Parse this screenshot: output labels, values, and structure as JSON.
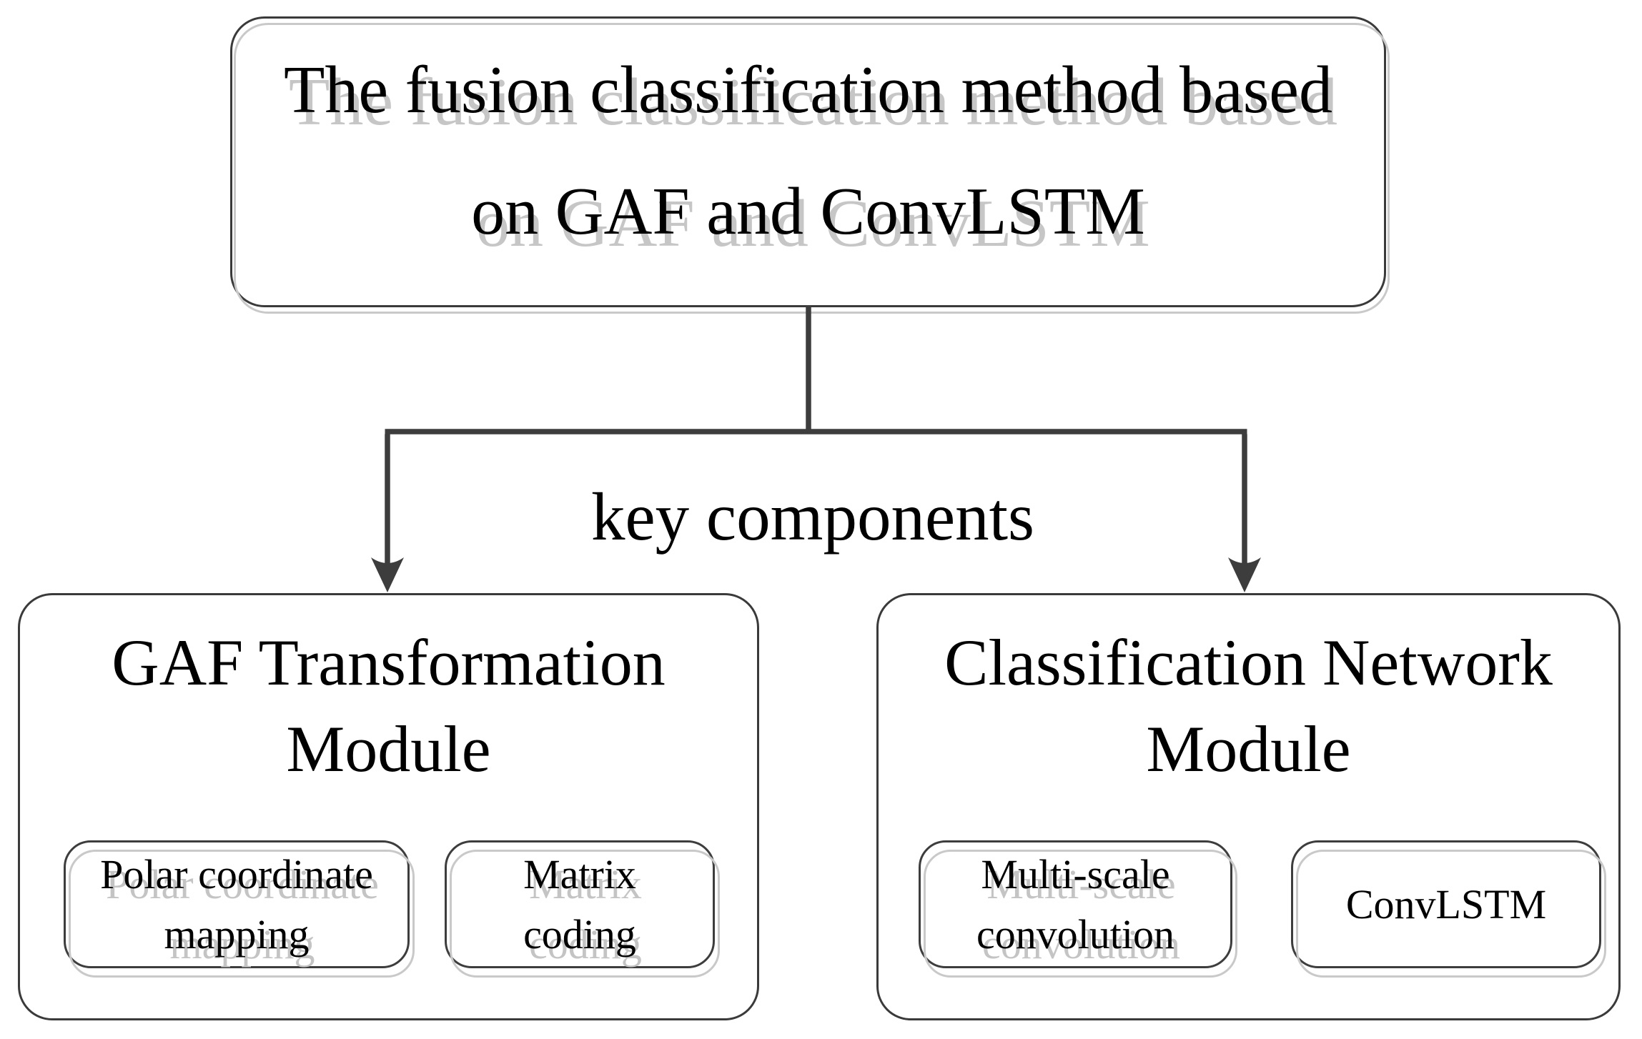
{
  "diagram": {
    "title": {
      "line1": "The fusion classification method based",
      "line2": "on GAF and ConvLSTM"
    },
    "edge_label": "key components",
    "modules": {
      "left": {
        "name_line1": "GAF Transformation",
        "name_line2": "Module",
        "components": [
          {
            "line1": "Polar coordinate",
            "line2": "mapping"
          },
          {
            "line1": "Matrix",
            "line2": "coding"
          }
        ]
      },
      "right": {
        "name_line1": "Classification Network",
        "name_line2": "Module",
        "components": [
          {
            "line1": "Multi-scale",
            "line2": "convolution"
          },
          {
            "line1": "ConvLSTM",
            "line2": ""
          }
        ]
      }
    },
    "colors": {
      "background": "#ffffff",
      "box_border": "#3a3a3a",
      "connector_line": "#3d3d3d",
      "text": "#000000",
      "shadow": "#c8c8c8"
    }
  }
}
